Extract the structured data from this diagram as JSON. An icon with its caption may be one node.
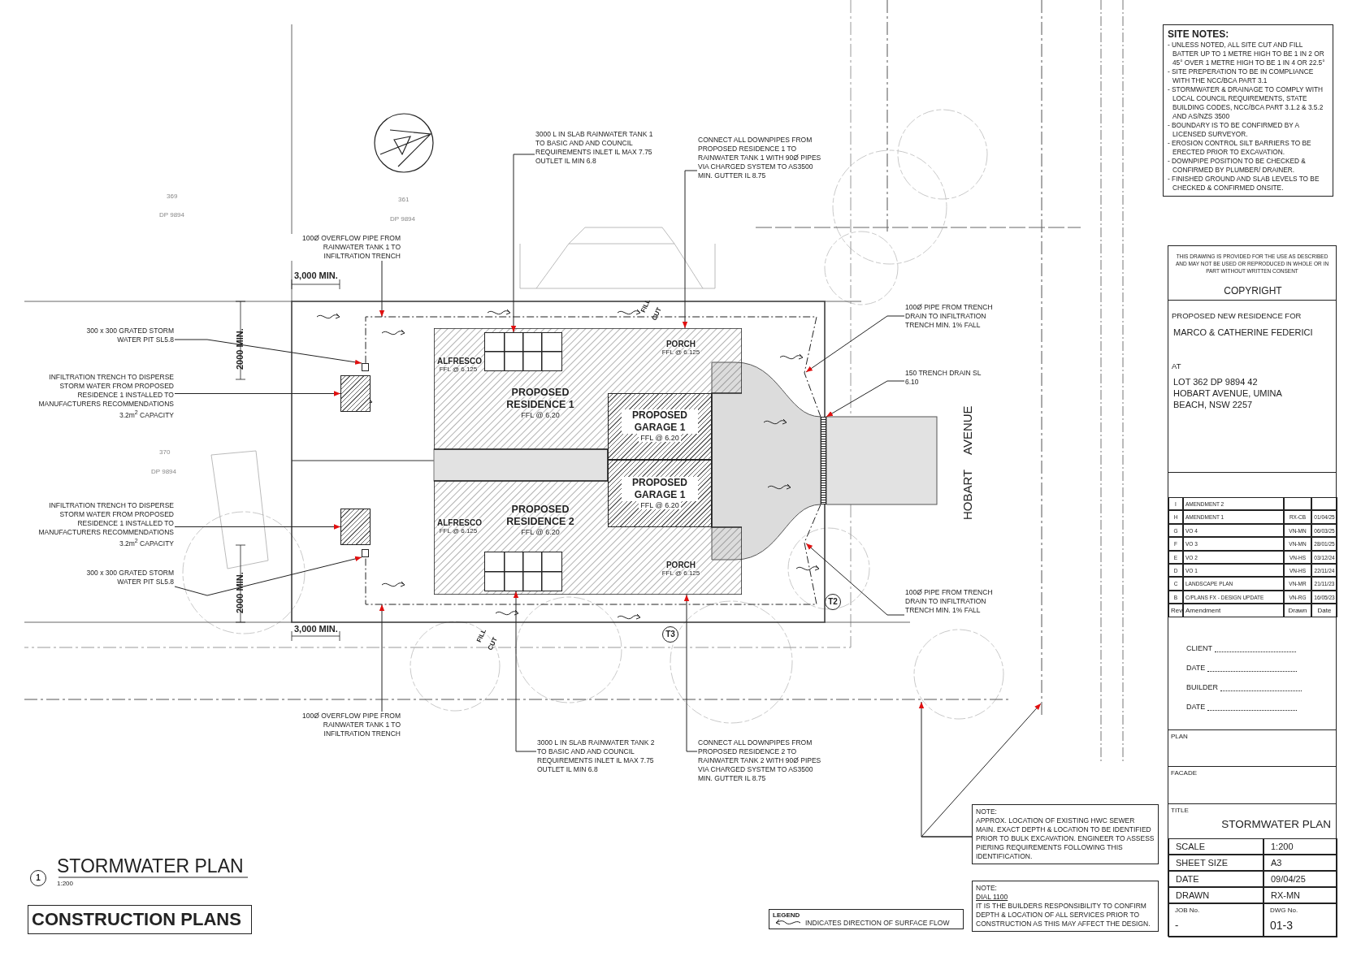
{
  "diagram": {
    "title": "STORMWATER PLAN",
    "nodes": [
      {
        "text": [
          "PROPOSED RESIDENCE 1",
          "FFL @ 6.20"
        ]
      },
      {
        "text": [
          "ALFRESCO",
          "FFL @ 6.125"
        ],
        "in": 0
      },
      {
        "text": [
          "PORCH",
          "FFL @ 6.125"
        ],
        "in": 0
      },
      {
        "text": [],
        "shape": "box",
        "in": 0
      },
      {
        "text": [
          "PROPOSED GARAGE 1",
          "FFL @ 6.20"
        ],
        "in": 0
      },
      {
        "text": [
          "PROPOSED RESIDENCE 2",
          "FFL @ 6.20"
        ]
      },
      {
        "text": [
          "PROPOSED GARAGE 1",
          "FFL @ 6.20"
        ],
        "in": 5
      },
      {
        "text": [
          "ALFRESCO",
          "FFL @ 6.125"
        ],
        "in": 5
      },
      {
        "text": [
          "PORCH",
          "FFL @ 6.125"
        ],
        "in": 5
      },
      {
        "text": [],
        "shape": "box",
        "in": 5
      },
      {
        "text": [],
        "shape": "box"
      },
      {
        "text": [],
        "shape": "box"
      },
      {
        "text": [],
        "shape": "box"
      },
      {
        "text": [],
        "shape": "box"
      },
      {
        "text": [],
        "shape": "bar"
      },
      {
        "text": [
          "100Ø OVERFLOW PIPE FROM RAINWATER TANK 1 TO INFILTRATION TRENCH"
        ]
      },
      {
        "text": [
          "300 x 300 GRATED STORM WATER PIT SL5.8"
        ]
      },
      {
        "text": [
          "INFILTRATION TRENCH TO DISPERSE STORM WATER FROM PROPOSED RESIDENCE 1 INSTALLED TO MANUFACTURERS RECOMMENDATIONS 3.2m$^{2}$ CAPACITY"
        ]
      },
      {
        "text": [
          "INFILTRATION TRENCH TO DISPERSE STORM WATER FROM PROPOSED RESIDENCE 1 INSTALLED TO MANUFACTURERS RECOMMENDATIONS 3.2m$^{2}$ CAPACITY"
        ]
      },
      {
        "text": [
          "300 x 300 GRATED STORM WATER PIT SL5.8"
        ]
      },
      {
        "text": [
          "3000 L IN SLAB RAINWATER TANK 1 TO BASIC AND AND COUNCIL REQUIREMENTS INLET IL MAX 7.75 OUTLET IL MIN 6.8"
        ]
      },
      {
        "text": [
          "CONNECT ALL DOWNPIPES FROM PROPOSED RESIDENCE 1 TO RAINWATER TANK 1 WITH 90Ø PIPES VIA CHARGED SYSTEM TO AS3500 MIN. GUTTER IL 8.75"
        ]
      },
      {
        "text": [
          "100Ø PIPE FROM TRENCH DRAIN TO INFILTRATION TRENCH MIN. 1% FALL"
        ]
      },
      {
        "text": [
          "150 TRENCH DRAIN SL 6.10"
        ]
      },
      {
        "text": [
          "100Ø PIPE FROM TRENCH DRAIN TO INFILTRATION TRENCH MIN. 1% FALL"
        ]
      },
      {
        "text": [
          "100Ø OVERFLOW PIPE FROM RAINWATER TANK 1 TO INFILTRATION TRENCH"
        ]
      },
      {
        "text": [
          "3000 L IN SLAB RAINWATER TANK 2 TO BASIC AND AND COUNCIL REQUIREMENTS INLET IL MAX 7.75 OUTLET IL MIN 6.8"
        ]
      },
      {
        "text": [
          "CONNECT ALL DOWNPIPES FROM PROPOSED RESIDENCE 2 TO RAINWATER TANK 2 WITH 90Ø PIPES VIA CHARGED SYSTEM TO AS3500 MIN. GUTTER IL 8.75"
        ]
      },
      {
        "text": [
          "NOTE:",
          "APPROX. LOCATION OF EXISTING HWC SEWER MAIN. EXACT DEPTH & LOCATION TO BE IDENTIFIED PRIOR TO BULK EXCAVATION. ENGINEER TO ASSESS PIERING REQUIREMENTS FOLLOWING THIS IDENTIFICATION."
        ]
      },
      {
        "text": [
          "NOTE:",
          "DIAL 1100",
          "IT IS THE BUILDERS RESPONSIBILITY TO CONFIRM DEPTH & LOCATION OF ALL SERVICES PRIOR TO CONSTRUCTION AS THIS MAY AFFECT THE DESIGN."
        ]
      },
      {
        "text": [
          "SITE NOTES:",
          "- UNLESS NOTED, ALL SITE CUT AND FILL BATTER UP TO 1 METRE HIGH TO BE 1 IN 2 OR 45° OVER 1 METRE HIGH TO BE 1 IN 4 OR 22.5°",
          "- SITE PREPERATION TO BE IN COMPLIANCE WITH THE NCC/BCA PART 3.1",
          "- STORMWATER & DRAINAGE TO COMPLY WITH LOCAL COUNCIL REQUIREMENTS, STATE BUILDING CODES, NCC/BCA PART 3.1.2 & 3.5.2 AND AS/NZS 3500",
          "- BOUNDARY IS TO BE CONFIRMED BY A LICENSED SURVEYOR.",
          "- EROSION CONTROL SILT BARRIERS TO BE ERECTED PRIOR TO EXCAVATION.",
          "- DOWNPIPE POSITION TO BE CHECKED & CONFIRMED BY PLUMBER/ DRAINER.",
          "- FINISHED GROUND AND SLAB LEVELS TO BE CHECKED & CONFIRMED ONSITE."
        ]
      }
    ],
    "edges": [
      {
        "from": 15,
        "to": null,
        "arrow": "to"
      },
      {
        "from": 16,
        "to": 12,
        "arrow": "to"
      },
      {
        "from": 17,
        "to": 10,
        "arrow": "to"
      },
      {
        "from": 18,
        "to": 11,
        "arrow": "to"
      },
      {
        "from": 19,
        "to": 13,
        "arrow": "to"
      },
      {
        "from": 20,
        "to": 3,
        "arrow": "to"
      },
      {
        "from": 21,
        "to": 0,
        "arrow": "to"
      },
      {
        "from": 22,
        "to": null,
        "arrow": "to"
      },
      {
        "from": 23,
        "to": 14,
        "arrow": "to"
      },
      {
        "from": 24,
        "to": null,
        "arrow": "to"
      },
      {
        "from": 25,
        "to": null,
        "arrow": "to"
      },
      {
        "from": 26,
        "to": 9,
        "arrow": "to"
      },
      {
        "from": 27,
        "to": 5,
        "arrow": "to"
      },
      {
        "from": 28,
        "to": null,
        "arrow": "to"
      },
      {
        "from": 28,
        "to": null,
        "arrow": "to"
      },
      {
        "from": 14,
        "to": 12,
        "arrow": "none",
        "style": "dashed"
      },
      {
        "from": 14,
        "to": 13,
        "arrow": "none",
        "style": "dashed"
      }
    ],
    "labels": [
      "369",
      "DP 9894",
      "361",
      "DP 9894",
      "3,000 MIN.",
      "2000 MIN.",
      "FILL",
      "CUT",
      "370",
      "DP 9894",
      "HOBART",
      "AVENUE",
      "2000 MIN.",
      "T2",
      "3,000 MIN.",
      "FILL",
      "CUT",
      "T3",
      "1",
      "1:200",
      "CONSTRUCTION PLANS",
      "LEGEND",
      "THIS DRAWING IS PROVIDED FOR THE USE AS DESCRIBED AND MAY NOT BE USED OR REPRODUCED IN WHOLE OR IN PART WITHOUT WRITTEN CONSENT",
      "COPYRIGHT",
      "PROPOSED NEW RESIDENCE FOR",
      "MARCO & CATHERINE FEDERICI",
      "AT",
      "LOT 362 DP 9894 42 HOBART AVENUE, UMINA BEACH, NSW 2257",
      "I",
      "AMENDMENT 2",
      "H",
      "AMENDMENT 1",
      "RX-CB",
      "01/04/25",
      "G",
      "VO 4",
      "VN-MN",
      "06/03/25",
      "F",
      "VO 3",
      "VN-MN",
      "28/01/25",
      "E",
      "VO 2",
      "VN-HS",
      "03/12/24",
      "D",
      "VO 1",
      "VN-HS",
      "22/11/24",
      "C",
      "LANDSCAPE PLAN",
      "VN-MR",
      "21/11/23",
      "B",
      "C/PLANS FX - DESIGN UPDATE",
      "VN-RG",
      "16/05/23",
      "Rev",
      "Amendment",
      "Drawn",
      "Date",
      "CLIENT",
      "DATE",
      "BUILDER",
      "DATE",
      "PLAN",
      "FACADE",
      "TITLE",
      "STORMWATER PLAN",
      "SCALE",
      "1:200",
      "SHEET SIZE",
      "A3",
      "DATE",
      "09/04/25",
      "DRAWN",
      "RX-MN",
      "JOB No.",
      "-",
      "DWG No.",
      "01-3"
    ],
    "legend": [
      {
        "text": "INDICATES DIRECTION OF SURFACE FLOW"
      }
    ]
  }
}
